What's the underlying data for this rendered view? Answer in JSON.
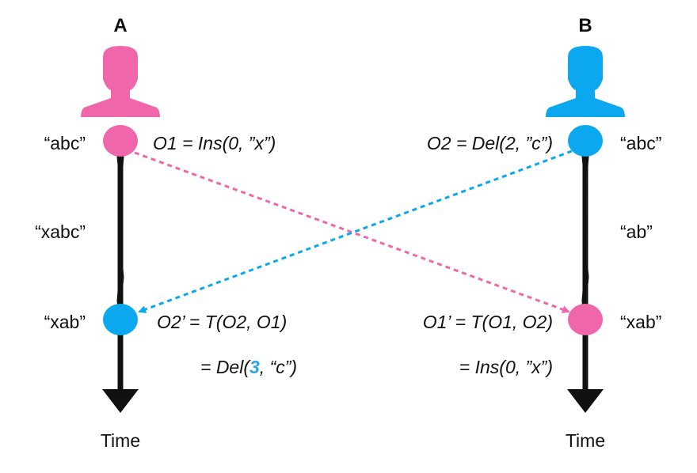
{
  "diagram": {
    "colors": {
      "site_a": "#f066aa",
      "site_b": "#0ba8f0",
      "timeline": "#111111",
      "highlight": "#2aa6e0"
    },
    "site_a": {
      "name": "A",
      "icon": "person-icon",
      "initial_state": "“abc”",
      "middle_state": "“xabc”",
      "final_state": "“xab”",
      "operation": "O1 = Ins(0, ”x”)",
      "transform": "O2’ = T(O2, O1)",
      "result_prefix": "= Del(",
      "result_highlight": "3",
      "result_suffix": ", “c”)",
      "time_label": "Time"
    },
    "site_b": {
      "name": "B",
      "icon": "person-icon",
      "initial_state": "“abc”",
      "middle_state": "“ab”",
      "final_state": "“xab”",
      "operation": "O2 = Del(2, ”c”)",
      "transform": "O1’ = T(O1, O2)",
      "result": "= Ins(0, ”x”)",
      "time_label": "Time"
    }
  }
}
